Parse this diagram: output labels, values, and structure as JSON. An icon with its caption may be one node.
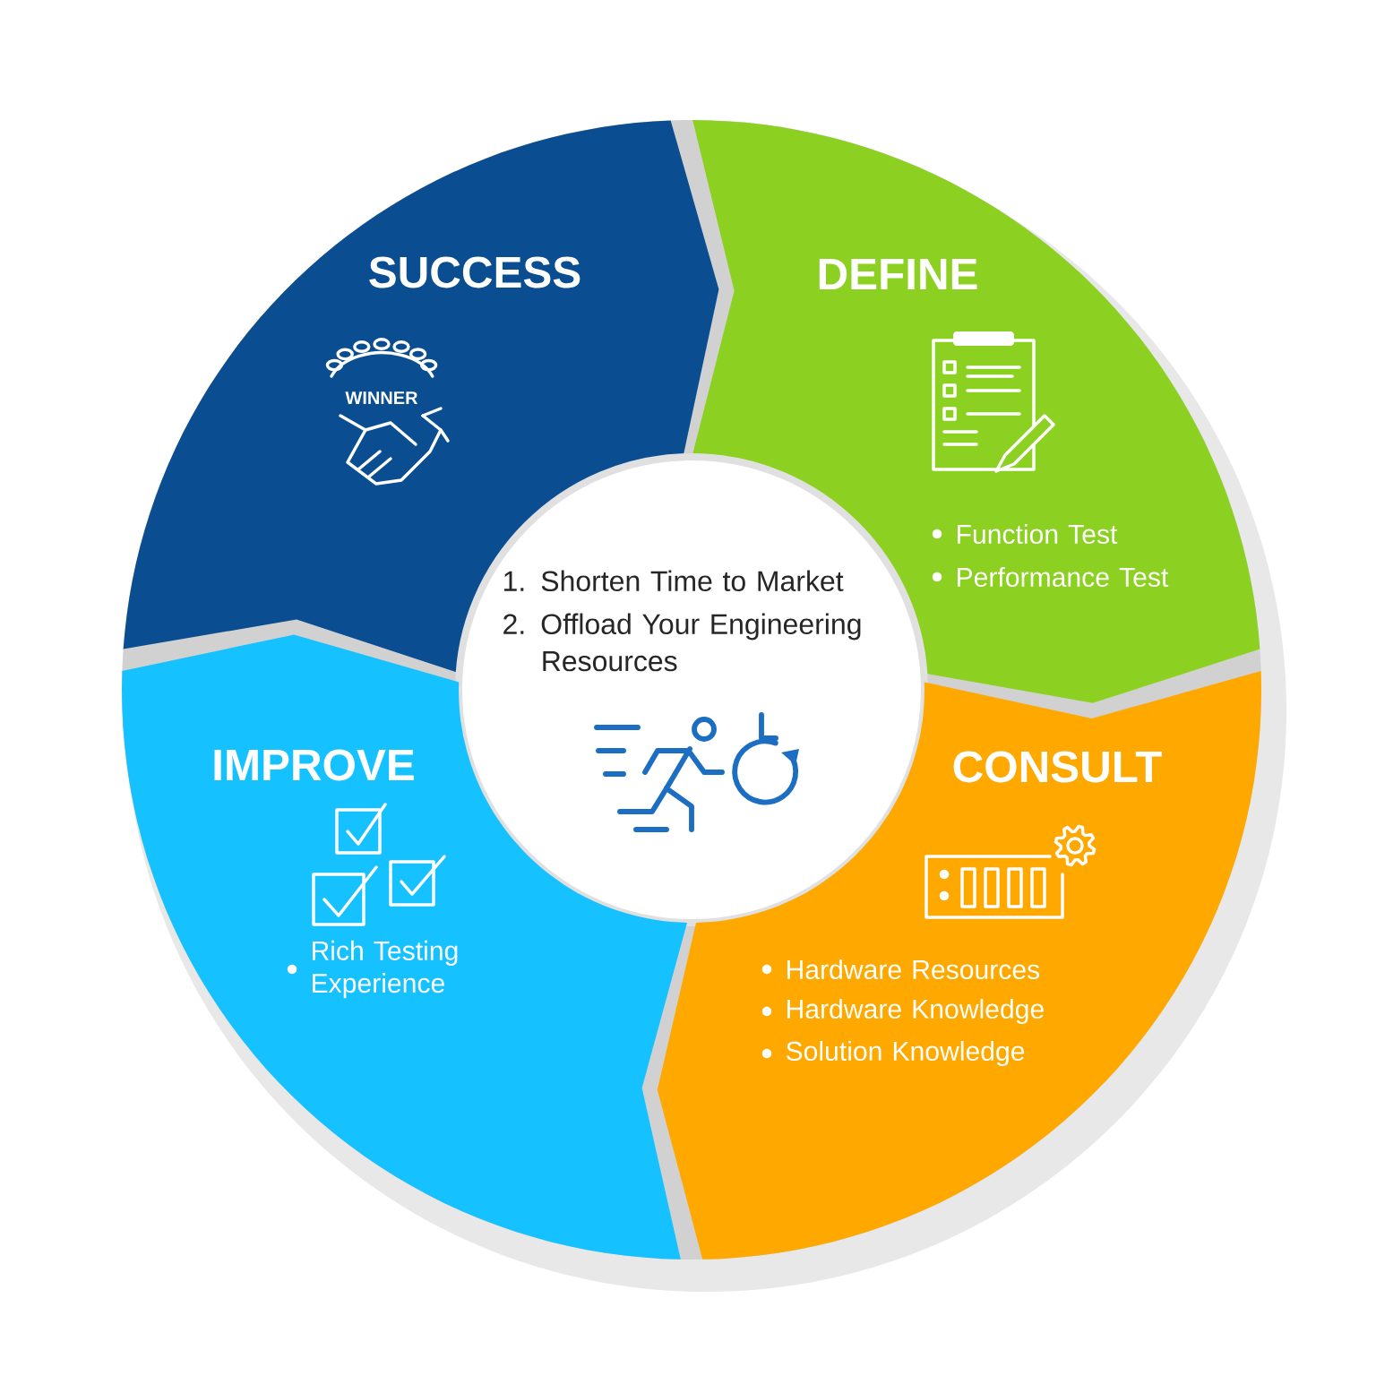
{
  "diagram": {
    "nodes": [
      {
        "text": [
          "SUCCESS"
        ]
      },
      {
        "text": [
          "DEFINE",
          "Function Test",
          "Performance Test"
        ]
      },
      {
        "text": [
          "1. Shorten Time to Market",
          "2. Offload Your Engineering Resources"
        ]
      },
      {
        "text": [
          "IMPROVE",
          "Rich Testing Experience"
        ]
      },
      {
        "text": [
          "CONSULT",
          "Hardware Resources",
          "Hardware Knowledge",
          "Solution Knowledge"
        ]
      }
    ],
    "labels": [
      "WINNER"
    ]
  }
}
